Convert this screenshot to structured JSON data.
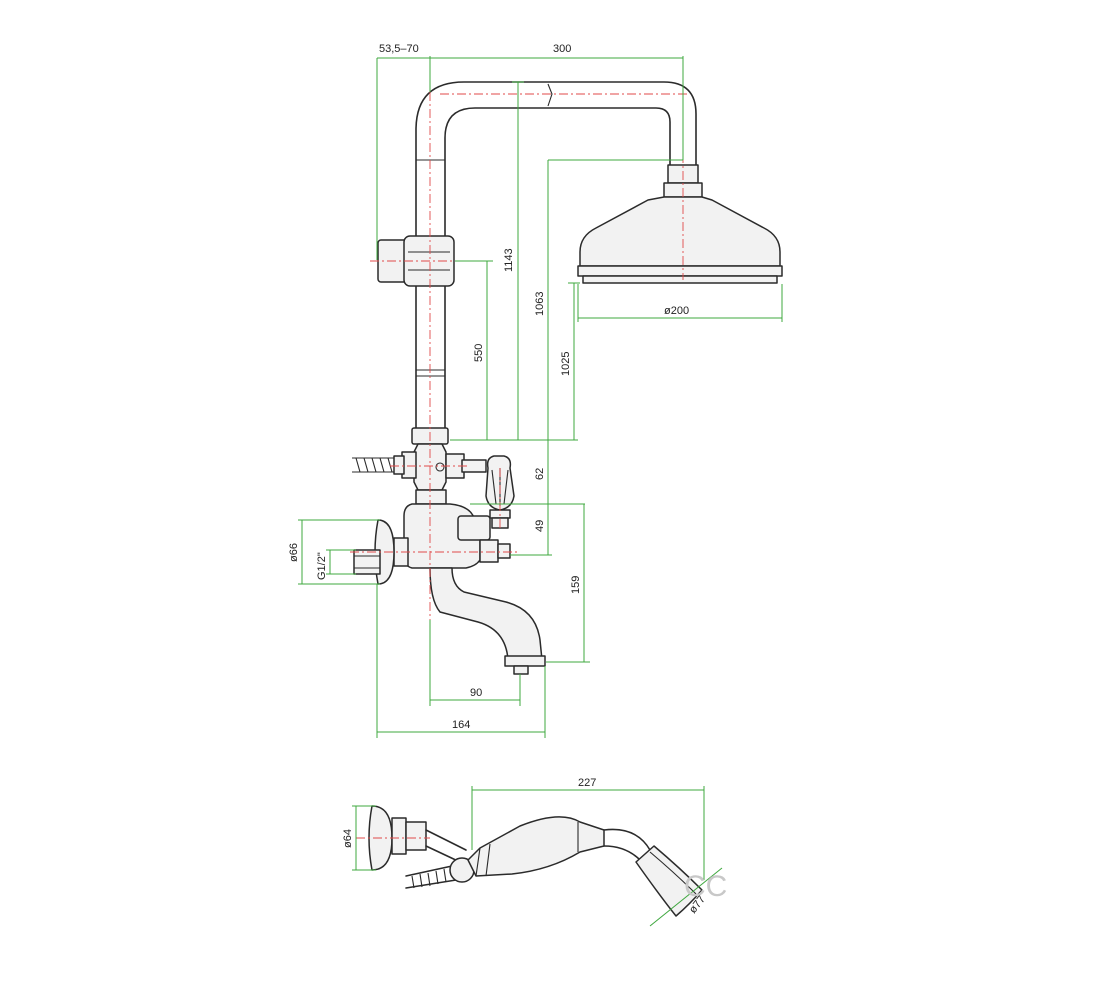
{
  "dimensions": {
    "offset_wall": "53,5–70",
    "arm_reach": "300",
    "total_height": "1143",
    "head_height": "1063",
    "slider_height": "550",
    "head_bottom_height": "1025",
    "head_diameter": "ø200",
    "diverter_gap": "62",
    "mixer_gap": "49",
    "spout_height": "159",
    "flange_diameter": "ø66",
    "inlet_thread": "G1/2\"",
    "spout_offset": "90",
    "spout_reach": "164",
    "hand_length": "227",
    "hand_holder_diameter": "ø64",
    "hand_head_diameter": "ø77"
  },
  "watermark": "CC",
  "colors": {
    "outline": "#2b2b2b",
    "dimension": "#3fa83f",
    "centerline": "#e04a4a"
  }
}
